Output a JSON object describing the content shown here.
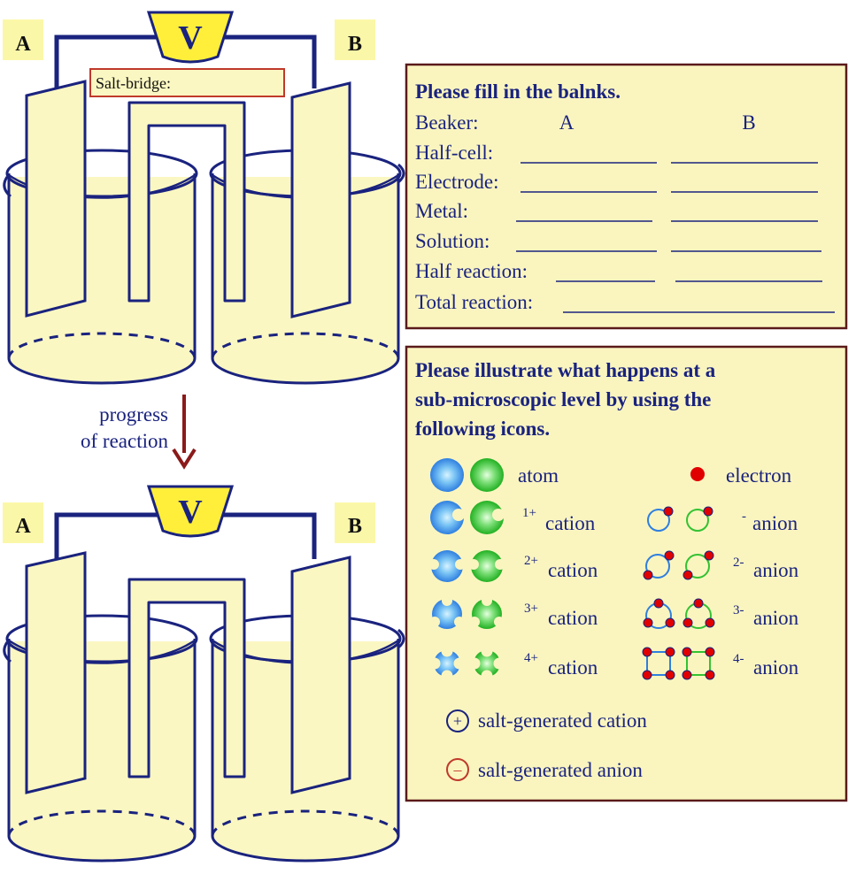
{
  "colors": {
    "wire": "#1a237e",
    "beaker_fill": "#fbf7c2",
    "panel_fill": "#faf5bf",
    "panel_border": "#5a1a1a",
    "meter_fill": "#ffef3a",
    "arrow": "#8b1a1a",
    "blue_text": "#1a237e",
    "blue_ion": "#2f7fe0",
    "green_ion": "#33c233",
    "electron": "#e00000",
    "salt_label_border": "#c0392b"
  },
  "top_cell": {
    "meter_label": "V",
    "label_a": "A",
    "label_b": "B",
    "salt_bridge_label": "Salt-bridge:"
  },
  "bottom_cell": {
    "meter_label": "V",
    "label_a": "A",
    "label_b": "B"
  },
  "progress_label": {
    "line1": "progress",
    "line2": "of reaction"
  },
  "blanks_panel": {
    "heading": "Please fill in the balnks.",
    "beaker_label": "Beaker:",
    "col_a": "A",
    "col_b": "B",
    "rows": [
      {
        "label": "Half-cell:"
      },
      {
        "label": "Electrode:"
      },
      {
        "label": "Metal:"
      },
      {
        "label": "Solution:"
      },
      {
        "label": "Half reaction:"
      }
    ],
    "total_label": "Total reaction:"
  },
  "icons_panel": {
    "heading_line1": "Please illustrate what happens at a",
    "heading_line2": "sub-microscopic level by using the",
    "heading_line3": "following icons.",
    "atom_label": "atom",
    "electron_label": "electron",
    "cations": [
      {
        "charge": "1+",
        "label": "cation",
        "icon": "cation-1-icon"
      },
      {
        "charge": "2+",
        "label": "cation",
        "icon": "cation-2-icon"
      },
      {
        "charge": "3+",
        "label": "cation",
        "icon": "cation-3-icon"
      },
      {
        "charge": "4+",
        "label": "cation",
        "icon": "cation-4-icon"
      }
    ],
    "anions": [
      {
        "charge": "-",
        "label": "anion",
        "icon": "anion-1-icon"
      },
      {
        "charge": "2-",
        "label": "anion",
        "icon": "anion-2-icon"
      },
      {
        "charge": "3-",
        "label": "anion",
        "icon": "anion-3-icon"
      },
      {
        "charge": "4-",
        "label": "anion",
        "icon": "anion-4-icon"
      }
    ],
    "salt_cation_symbol": "+",
    "salt_cation_label": "salt-generated cation",
    "salt_anion_symbol": "–",
    "salt_anion_label": "salt-generated anion"
  }
}
